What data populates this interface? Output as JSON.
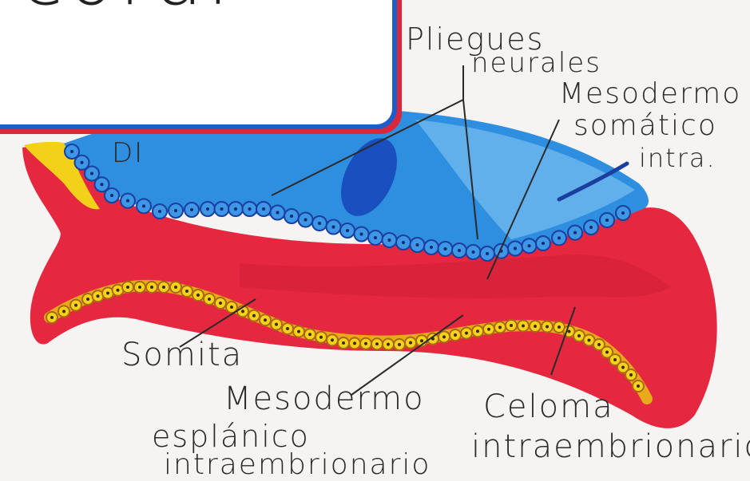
{
  "title_fragment": "coral",
  "labels": {
    "di": "DI",
    "pliegues": "Pliegues",
    "neurales": "neurales",
    "mesodermo_som_1": "Mesodermo",
    "mesodermo_som_2": "somático",
    "mesodermo_som_3": "intra.",
    "somita": "Somita",
    "mesodermo_esp_1": "Mesodermo",
    "mesodermo_esp_2": "esplánico",
    "mesodermo_esp_3": "intraembrionario",
    "celoma_1": "Celoma",
    "celoma_2": "intraembrionario"
  },
  "colors": {
    "ectoderm_blue": "#2e8fe0",
    "ectoderm_light": "#6fb8ee",
    "mesoderm_red": "#e5283f",
    "frame_blue": "#1e5cc9",
    "coelom_yellow": "#f0c419",
    "outline": "#1a3f9e"
  }
}
